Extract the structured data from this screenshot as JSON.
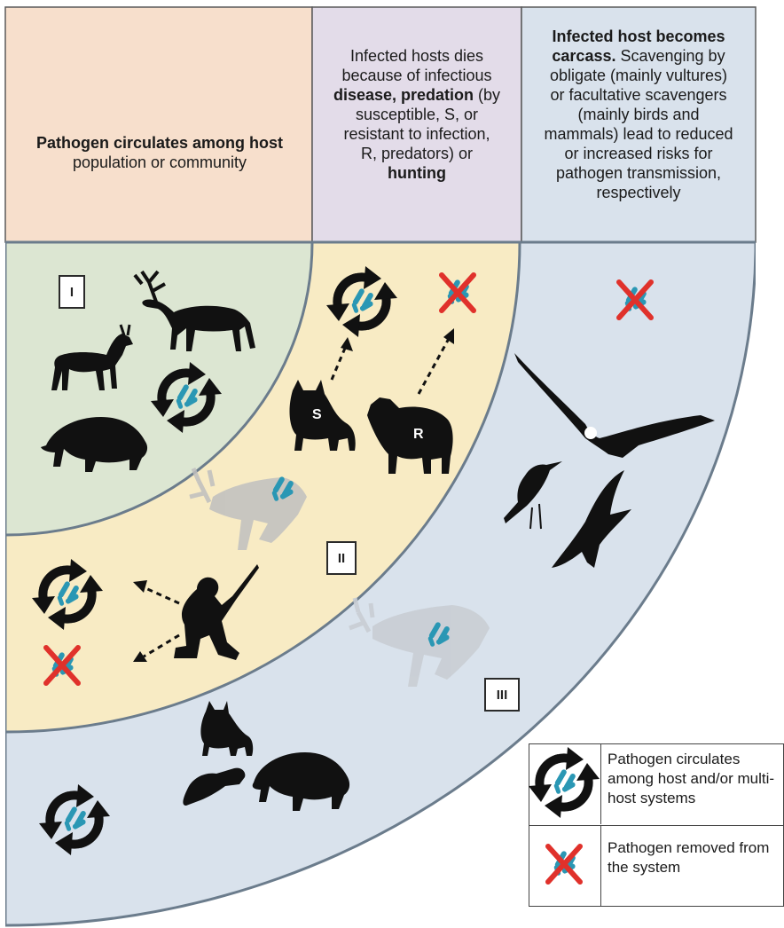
{
  "header": {
    "col1": {
      "bold": "Pathogen circulates among host",
      "rest": "population or community"
    },
    "col2": {
      "line1": "Infected hosts dies",
      "line2": "because of infectious",
      "bold1": "disease, predation",
      "after_bold1": " (by",
      "line4": "susceptible, S, or",
      "line5": "resistant to infection,",
      "line6": "R, predators) or",
      "bold2": "hunting"
    },
    "col3": {
      "bold": "Infected host becomes",
      "bold2": "carcass.",
      "rest1": " Scavenging by",
      "line3": "obligate (mainly vultures)",
      "line4": "or facultative scavengers",
      "line5": "(mainly birds and",
      "line6": "mammals) lead to reduced",
      "line7": "or increased risks for",
      "line8": "pathogen transmission,",
      "line9": "respectively"
    }
  },
  "zones": {
    "z1": "I",
    "z2": "II",
    "z3": "III"
  },
  "animal_labels": {
    "susceptible": "S",
    "resistant": "R"
  },
  "legend": {
    "circulates": "Pathogen circulates among host and/or multi-host systems",
    "removed": "Pathogen removed from the system"
  },
  "colors": {
    "zone1": "#dce6d2",
    "zone2": "#f8ebc4",
    "zone3": "#d9e2ec",
    "header1": "#f7dfcc",
    "header2": "#e3dce9",
    "header3": "#d9e2ec",
    "pathogen": "#2a97b4",
    "cross": "#e0312b",
    "silhouette": "#111111",
    "ghost": "#bfbfbf"
  }
}
